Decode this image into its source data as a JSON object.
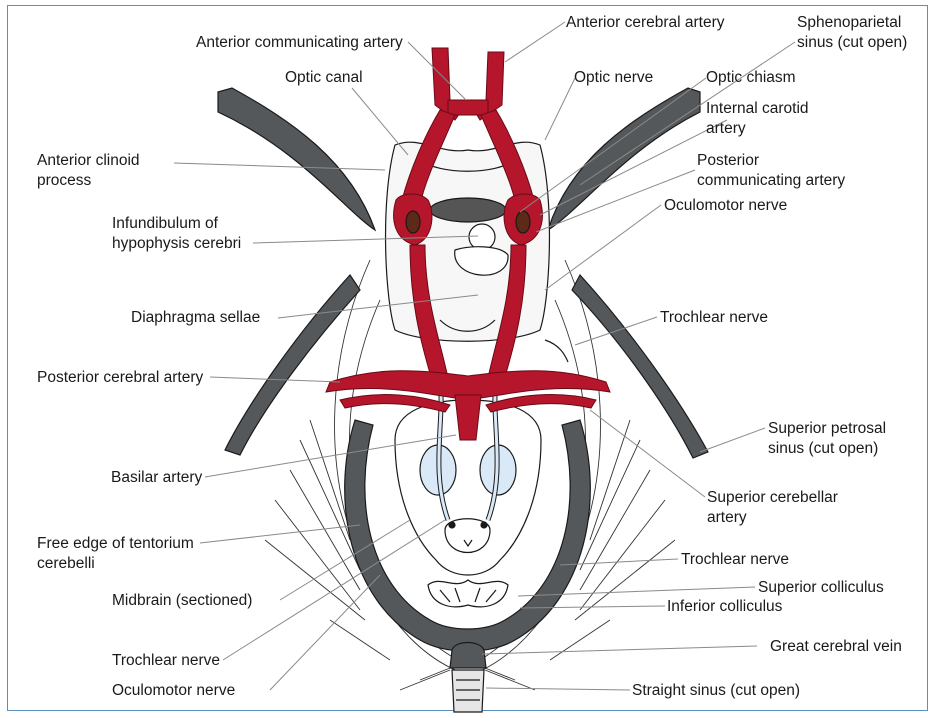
{
  "colors": {
    "artery": "#b5162b",
    "dura": "#55585b",
    "nerve_fill": "#d9e9f7",
    "leader": "#8a8a8a",
    "frame": "#5a8fbf",
    "bone_fill": "#f7f7f7"
  },
  "labels": {
    "anterior_cerebral_artery": "Anterior cerebral artery",
    "sphenoparietal_sinus_1": "Sphenoparietal",
    "sphenoparietal_sinus_2": "sinus (cut open)",
    "anterior_communicating_artery": "Anterior communicating artery",
    "optic_canal": "Optic canal",
    "optic_nerve": "Optic nerve",
    "optic_chiasm": "Optic chiasm",
    "internal_carotid_1": "Internal carotid",
    "internal_carotid_2": "artery",
    "anterior_clinoid_1": "Anterior clinoid",
    "anterior_clinoid_2": "process",
    "posterior_communicating_1": "Posterior",
    "posterior_communicating_2": "communicating artery",
    "oculomotor_nerve_right": "Oculomotor nerve",
    "infundibulum_1": "Infundibulum of",
    "infundibulum_2": "hypophysis cerebri",
    "diaphragma_sellae": "Diaphragma sellae",
    "trochlear_nerve_upper": "Trochlear nerve",
    "posterior_cerebral_artery": "Posterior cerebral artery",
    "superior_petrosal_1": "Superior petrosal",
    "superior_petrosal_2": "sinus (cut open)",
    "basilar_artery": "Basilar artery",
    "superior_cerebellar_1": "Superior cerebellar",
    "superior_cerebellar_2": "artery",
    "free_edge_1": "Free edge of tentorium",
    "free_edge_2": "cerebelli",
    "trochlear_nerve_mid": "Trochlear nerve",
    "superior_colliculus": "Superior colliculus",
    "midbrain": "Midbrain (sectioned)",
    "inferior_colliculus": "Inferior colliculus",
    "great_cerebral_vein": "Great cerebral vein",
    "trochlear_nerve_left": "Trochlear nerve",
    "oculomotor_nerve_left": "Oculomotor nerve",
    "straight_sinus": "Straight sinus (cut open)"
  }
}
